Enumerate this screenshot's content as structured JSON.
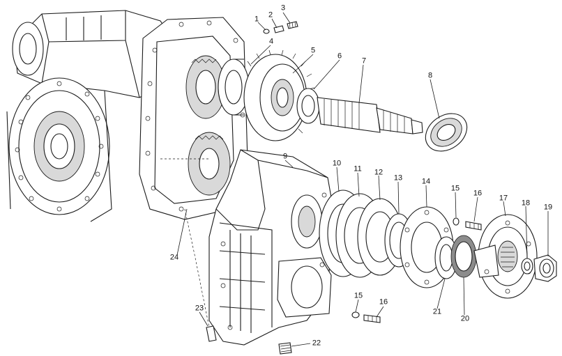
{
  "callouts": [
    {
      "id": "c1",
      "label": "1"
    },
    {
      "id": "c2",
      "label": "2"
    },
    {
      "id": "c3",
      "label": "3"
    },
    {
      "id": "c4",
      "label": "4"
    },
    {
      "id": "c5",
      "label": "5"
    },
    {
      "id": "c6",
      "label": "6"
    },
    {
      "id": "c7",
      "label": "7"
    },
    {
      "id": "c8",
      "label": "8"
    },
    {
      "id": "c9",
      "label": "9"
    },
    {
      "id": "c10",
      "label": "10"
    },
    {
      "id": "c11",
      "label": "11"
    },
    {
      "id": "c12",
      "label": "12"
    },
    {
      "id": "c13",
      "label": "13"
    },
    {
      "id": "c14",
      "label": "14"
    },
    {
      "id": "c15a",
      "label": "15"
    },
    {
      "id": "c16a",
      "label": "16"
    },
    {
      "id": "c17",
      "label": "17"
    },
    {
      "id": "c18",
      "label": "18"
    },
    {
      "id": "c19",
      "label": "19"
    },
    {
      "id": "c20",
      "label": "20"
    },
    {
      "id": "c21",
      "label": "21"
    },
    {
      "id": "c22",
      "label": "22"
    },
    {
      "id": "c23",
      "label": "23"
    },
    {
      "id": "c24",
      "label": "24"
    },
    {
      "id": "c15b",
      "label": "15"
    },
    {
      "id": "c16b",
      "label": "16"
    }
  ]
}
